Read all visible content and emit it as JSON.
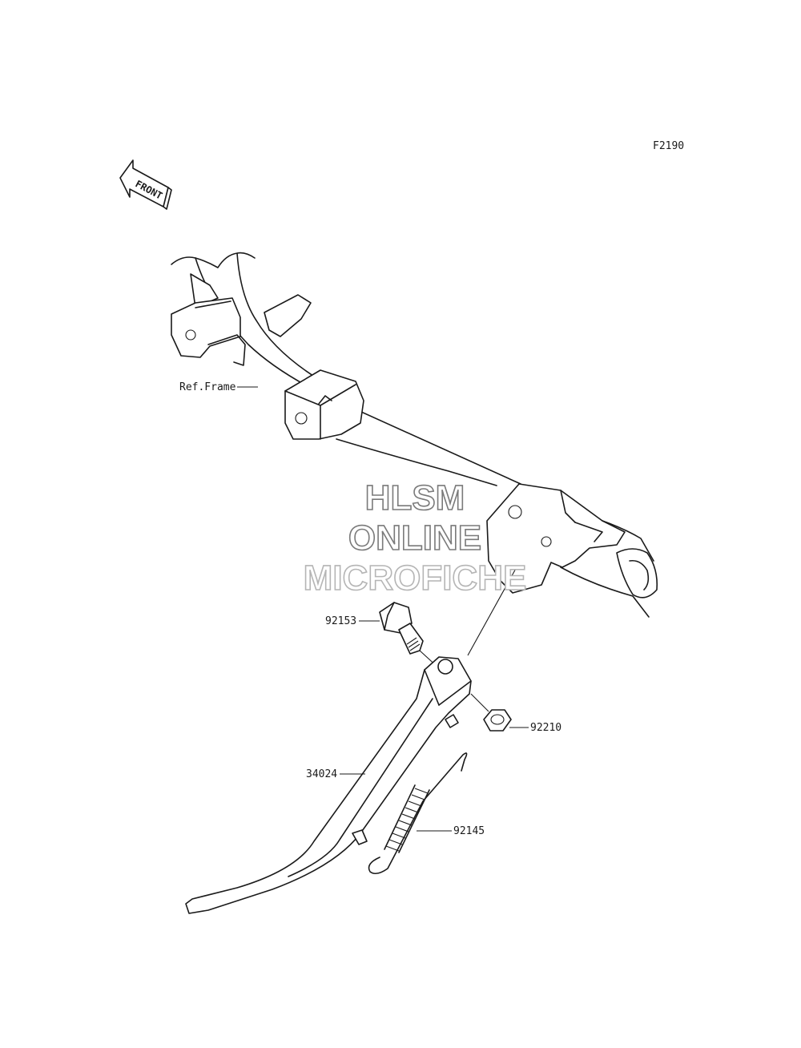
{
  "figure_code": "F2190",
  "front_arrow_text": "FRONT",
  "labels": {
    "ref_frame": "Ref.Frame",
    "bolt": "92153",
    "nut": "92210",
    "side_stand": "34024",
    "spring": "92145"
  },
  "watermark": {
    "line1": "HLSM",
    "line2": "ONLINE",
    "line3": "MICROFICHE"
  },
  "colors": {
    "ink": "#1a1a1a",
    "watermark_stroke": "#7a7a7a",
    "background": "#ffffff"
  }
}
